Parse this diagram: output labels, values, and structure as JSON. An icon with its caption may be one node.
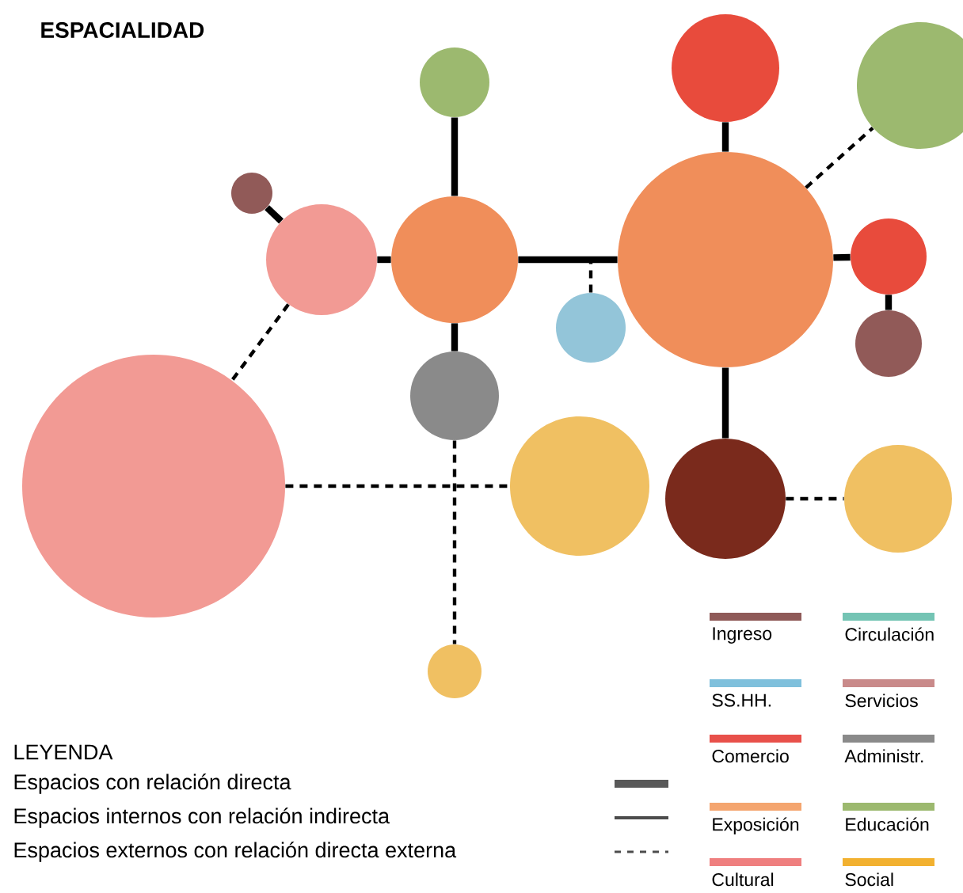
{
  "diagram": {
    "title": "ESPACIALIDAD",
    "nodes": [
      {
        "text": [],
        "shape": "circle"
      },
      {
        "text": [],
        "shape": "circle"
      },
      {
        "text": [],
        "shape": "circle"
      },
      {
        "text": [],
        "shape": "circle"
      },
      {
        "text": [],
        "shape": "circle"
      },
      {
        "text": [],
        "shape": "circle"
      },
      {
        "text": [],
        "shape": "circle"
      },
      {
        "text": [],
        "shape": "circle"
      },
      {
        "text": [],
        "shape": "circle"
      },
      {
        "text": [],
        "shape": "circle"
      },
      {
        "text": [],
        "shape": "circle"
      },
      {
        "text": [],
        "shape": "circle"
      },
      {
        "text": [],
        "shape": "circle"
      },
      {
        "text": [],
        "shape": "circle"
      },
      {
        "text": [],
        "shape": "circle"
      },
      {
        "text": [],
        "shape": "circle"
      }
    ],
    "edges": [
      {
        "from": 0,
        "to": 3,
        "arrow": "none"
      },
      {
        "from": 1,
        "to": 2,
        "arrow": "none"
      },
      {
        "from": 2,
        "to": 3,
        "arrow": "none"
      },
      {
        "from": 3,
        "to": 6,
        "arrow": "none"
      },
      {
        "from": 7,
        "to": null,
        "arrow": "none",
        "style": "dashed"
      },
      {
        "from": 4,
        "to": 6,
        "arrow": "none"
      },
      {
        "from": 6,
        "to": 5,
        "arrow": "none",
        "style": "dashed"
      },
      {
        "from": 6,
        "to": 8,
        "arrow": "none"
      },
      {
        "from": 8,
        "to": 9,
        "arrow": "none"
      },
      {
        "from": 3,
        "to": 10,
        "arrow": "none"
      },
      {
        "from": 6,
        "to": 13,
        "arrow": "none"
      },
      {
        "from": 2,
        "to": 11,
        "arrow": "none",
        "style": "dashed"
      },
      {
        "from": 11,
        "to": 12,
        "arrow": "none",
        "style": "dashed"
      },
      {
        "from": 13,
        "to": 14,
        "arrow": "none",
        "style": "dashed"
      },
      {
        "from": 10,
        "to": 15,
        "arrow": "none",
        "style": "dashed"
      }
    ],
    "labels": [
      "LEYENDA"
    ],
    "legend": [
      {
        "text": "Espacios con relación directa"
      },
      {
        "text": "Espacios internos con relación indirecta"
      },
      {
        "text": "Espacios externos con relación directa externa"
      },
      {
        "text": "Ingreso",
        "color": "#8f5a58"
      },
      {
        "text": "Circulación",
        "color": "#74c4b4"
      },
      {
        "text": "SS.HH.",
        "color": "#7fc0dc"
      },
      {
        "text": "Servicios",
        "color": "#c98a8a"
      },
      {
        "text": "Comercio",
        "color": "#e8504a"
      },
      {
        "text": "Administr.",
        "color": "#8a8a8a"
      },
      {
        "text": "Exposición",
        "color": "#f4a56f"
      },
      {
        "text": "Educación",
        "color": "#9cb96f"
      },
      {
        "text": "Cultural",
        "color": "#ef7f7f"
      },
      {
        "text": "Social",
        "color": "#f2b130"
      }
    ]
  }
}
